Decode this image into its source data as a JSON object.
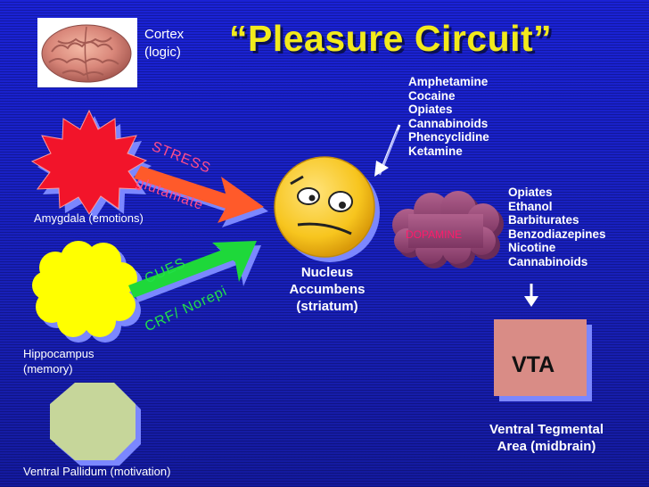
{
  "title": "“Pleasure Circuit”",
  "cortex": {
    "label_line1": "Cortex",
    "label_line2": "(logic)"
  },
  "amygdala": {
    "label": "Amygdala (emotions)"
  },
  "hippocampus": {
    "label_line1": "Hippocampus",
    "label_line2": "(memory)"
  },
  "ventral_pallidum": {
    "label": "Ventral Pallidum (motivation)"
  },
  "arrows": {
    "stress_label": "STRESS",
    "glutamate_label": "glutamate",
    "cues_label": "CUES",
    "crf_label": "CRF/ Norepi"
  },
  "nucleus_accumbens": {
    "line1": "Nucleus",
    "line2": "Accumbens",
    "line3": "(striatum)"
  },
  "drugs_nucleus": [
    "Amphetamine",
    "Cocaine",
    "Opiates",
    "Cannabinoids",
    "Phencyclidine",
    "Ketamine"
  ],
  "dopamine_label": "DOPAMINE",
  "drugs_vta": [
    "Opiates",
    "Ethanol",
    "Barbiturates",
    "Benzodiazepines",
    "Nicotine",
    "Cannabinoids"
  ],
  "vta": {
    "box_label": "VTA",
    "caption_line1": "Ventral Tegmental",
    "caption_line2": "Area (midbrain)"
  },
  "colors": {
    "background": "#1b22c8",
    "title": "#f2ea1c",
    "amygdala": "#f2142a",
    "hippocampus": "#ffff00",
    "pallidum": "#c6d69a",
    "stress_arrow": "#ff5a2a",
    "cues_arrow": "#1ed83a",
    "face": "#f7c51e",
    "dopamine_cloud": "#9b4a78",
    "vta_box": "#d98c86"
  }
}
